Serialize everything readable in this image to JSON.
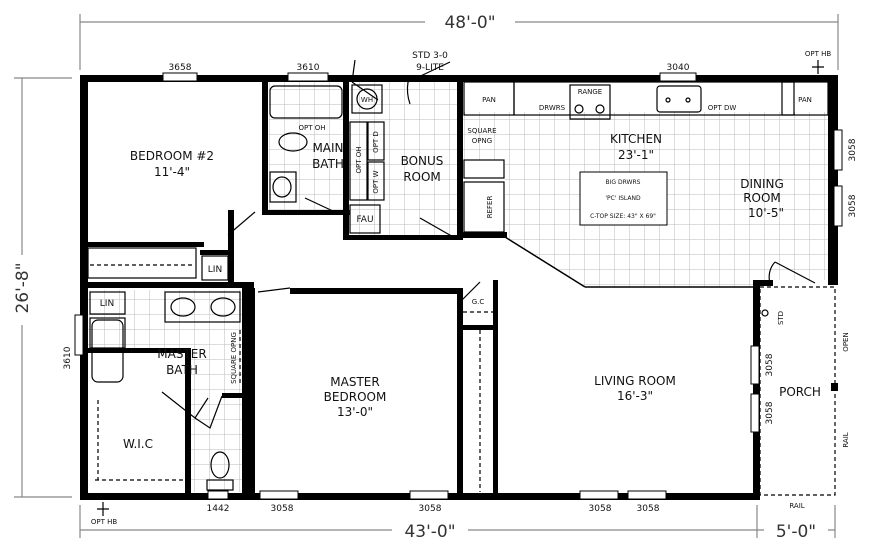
{
  "dimensions": {
    "overall_width": "48'-0\"",
    "overall_depth": "26'-8\"",
    "house_length": "43'-0\"",
    "porch_length": "5'-0\""
  },
  "rooms": {
    "bedroom2": {
      "name": "BEDROOM #2",
      "size": "11'-4\""
    },
    "main_bath": {
      "line1": "MAIN",
      "line2": "BATH"
    },
    "bonus_room": {
      "line1": "BONUS",
      "line2": "ROOM"
    },
    "kitchen": {
      "name": "KITCHEN",
      "size": "23'-1\""
    },
    "dining_room": {
      "line1": "DINING",
      "line2": "ROOM",
      "size": "10'-5\""
    },
    "master_bath": {
      "line1": "MASTER",
      "line2": "BATH"
    },
    "wic": "W.I.C",
    "master_bedroom": {
      "line1": "MASTER",
      "line2": "BEDROOM",
      "size": "13'-0\""
    },
    "living_room": {
      "name": "LIVING ROOM",
      "size": "16'-3\""
    },
    "porch": "PORCH"
  },
  "fixtures": {
    "wh": "WH",
    "fau": "FAU",
    "opt_oh": "OPT OH",
    "opt_d": "OPT D",
    "opt_w": "OPT W",
    "refer": "REFER",
    "pan": "PAN",
    "range": "RANGE",
    "drwrs": "DRWRS",
    "opt_dw": "OPT DW",
    "lin": "LIN",
    "gc": "G.C",
    "std": "STD",
    "square_opng_line1": "SQUARE",
    "square_opng_line2": "OPNG",
    "square_opng": "SQUARE OPNG",
    "island": {
      "line1": "BIG DRWRS",
      "line2": "'PC' ISLAND",
      "line3": "C-TOP SIZE: 43\" X 69\""
    },
    "door_std_line1": "STD 3-0",
    "door_std_line2": "9-LITE",
    "opt_hb": "OPT HB",
    "rail": "RAIL",
    "open": "OPEN"
  },
  "windows": {
    "w3658": "3658",
    "w3610": "3610",
    "w3040": "3040",
    "w3058": "3058",
    "w1442": "1442"
  }
}
